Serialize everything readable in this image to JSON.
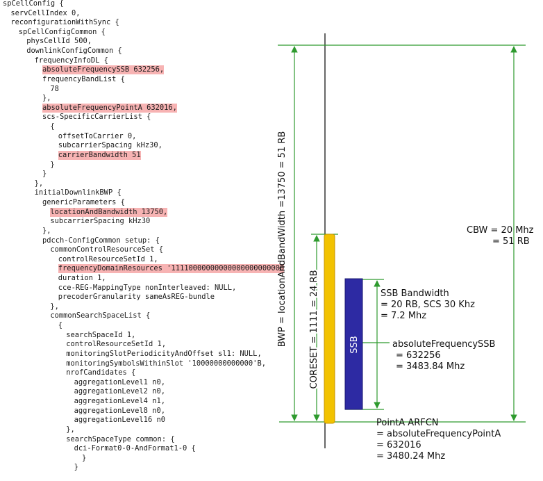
{
  "code_lines": [
    {
      "indent": 0,
      "text": "spCellConfig {",
      "hl": false
    },
    {
      "indent": 1,
      "text": "servCellIndex 0,",
      "hl": false
    },
    {
      "indent": 1,
      "text": "reconfigurationWithSync {",
      "hl": false
    },
    {
      "indent": 2,
      "text": "spCellConfigCommon {",
      "hl": false
    },
    {
      "indent": 3,
      "text": "physCellId 500,",
      "hl": false
    },
    {
      "indent": 3,
      "text": "downlinkConfigCommon {",
      "hl": false
    },
    {
      "indent": 4,
      "text": "frequencyInfoDL {",
      "hl": false
    },
    {
      "indent": 5,
      "text": "absoluteFrequencySSB 632256,",
      "hl": true
    },
    {
      "indent": 5,
      "text": "frequencyBandList {",
      "hl": false
    },
    {
      "indent": 6,
      "text": "78",
      "hl": false
    },
    {
      "indent": 5,
      "text": "},",
      "hl": false
    },
    {
      "indent": 5,
      "text": "absoluteFrequencyPointA 632016,",
      "hl": true
    },
    {
      "indent": 5,
      "text": "scs-SpecificCarrierList {",
      "hl": false
    },
    {
      "indent": 6,
      "text": "{",
      "hl": false
    },
    {
      "indent": 7,
      "text": "offsetToCarrier 0,",
      "hl": false
    },
    {
      "indent": 7,
      "text": "subcarrierSpacing kHz30,",
      "hl": false
    },
    {
      "indent": 7,
      "text": "carrierBandwidth 51",
      "hl": true
    },
    {
      "indent": 6,
      "text": "}",
      "hl": false
    },
    {
      "indent": 5,
      "text": "}",
      "hl": false
    },
    {
      "indent": 4,
      "text": "},",
      "hl": false
    },
    {
      "indent": 4,
      "text": "initialDownlinkBWP {",
      "hl": false
    },
    {
      "indent": 5,
      "text": "genericParameters {",
      "hl": false
    },
    {
      "indent": 6,
      "text": "locationAndBandwidth 13750,",
      "hl": true
    },
    {
      "indent": 6,
      "text": "subcarrierSpacing kHz30",
      "hl": false
    },
    {
      "indent": 5,
      "text": "},",
      "hl": false
    },
    {
      "indent": 5,
      "text": "pdcch-ConfigCommon setup: {",
      "hl": false
    },
    {
      "indent": 6,
      "text": "commonControlResourceSet {",
      "hl": false
    },
    {
      "indent": 7,
      "text": "controlResourceSetId 1,",
      "hl": false
    },
    {
      "indent": 7,
      "text": "frequencyDomainResources '11110000000000000000000000",
      "hl": true
    },
    {
      "indent": 7,
      "text": "duration 1,",
      "hl": false
    },
    {
      "indent": 7,
      "text": "cce-REG-MappingType nonInterleaved: NULL,",
      "hl": false
    },
    {
      "indent": 7,
      "text": "precoderGranularity sameAsREG-bundle",
      "hl": false
    },
    {
      "indent": 6,
      "text": "},",
      "hl": false
    },
    {
      "indent": 6,
      "text": "commonSearchSpaceList {",
      "hl": false
    },
    {
      "indent": 7,
      "text": "{",
      "hl": false
    },
    {
      "indent": 8,
      "text": "searchSpaceId 1,",
      "hl": false
    },
    {
      "indent": 8,
      "text": "controlResourceSetId 1,",
      "hl": false
    },
    {
      "indent": 8,
      "text": "monitoringSlotPeriodicityAndOffset sl1: NULL,",
      "hl": false
    },
    {
      "indent": 8,
      "text": "monitoringSymbolsWithinSlot '10000000000000'B,",
      "hl": false
    },
    {
      "indent": 8,
      "text": "nrofCandidates {",
      "hl": false
    },
    {
      "indent": 9,
      "text": "aggregationLevel1 n0,",
      "hl": false
    },
    {
      "indent": 9,
      "text": "aggregationLevel2 n0,",
      "hl": false
    },
    {
      "indent": 9,
      "text": "aggregationLevel4 n1,",
      "hl": false
    },
    {
      "indent": 9,
      "text": "aggregationLevel8 n0,",
      "hl": false
    },
    {
      "indent": 9,
      "text": "aggregationLevel16 n0",
      "hl": false
    },
    {
      "indent": 8,
      "text": "},",
      "hl": false
    },
    {
      "indent": 8,
      "text": "searchSpaceType common: {",
      "hl": false
    },
    {
      "indent": 9,
      "text": "dci-Format0-0-AndFormat1-0 {",
      "hl": false
    },
    {
      "indent": 10,
      "text": "}",
      "hl": false
    },
    {
      "indent": 9,
      "text": "}",
      "hl": false
    }
  ],
  "diagram": {
    "bwp_label": "BWP = locationAndBandWidth =13750 = 51 RB",
    "coreset_label": "CORESET = 1111 = 24 RB",
    "ssb_block_label": "SSB",
    "cbw_label": [
      "CBW = 20 Mhz",
      "= 51 RB"
    ],
    "ssb_bw_label": [
      "SSB Bandwidth",
      "= 20 RB, SCS 30 Khz",
      "= 7.2 Mhz"
    ],
    "abs_ssb_label": [
      "absoluteFrequencySSB",
      "= 632256",
      "= 3483.84 Mhz"
    ],
    "pointa_label": [
      "PointA ARFCN",
      "= absoluteFrequencyPointA",
      "= 632016",
      "= 3480.24 Mhz"
    ],
    "colors": {
      "coreset_fill": "#f2c200",
      "coreset_edge": "#c79400",
      "ssb_fill": "#2d2aa3",
      "ssb_edge": "#1a1870",
      "line": "#2e9a2e"
    }
  }
}
